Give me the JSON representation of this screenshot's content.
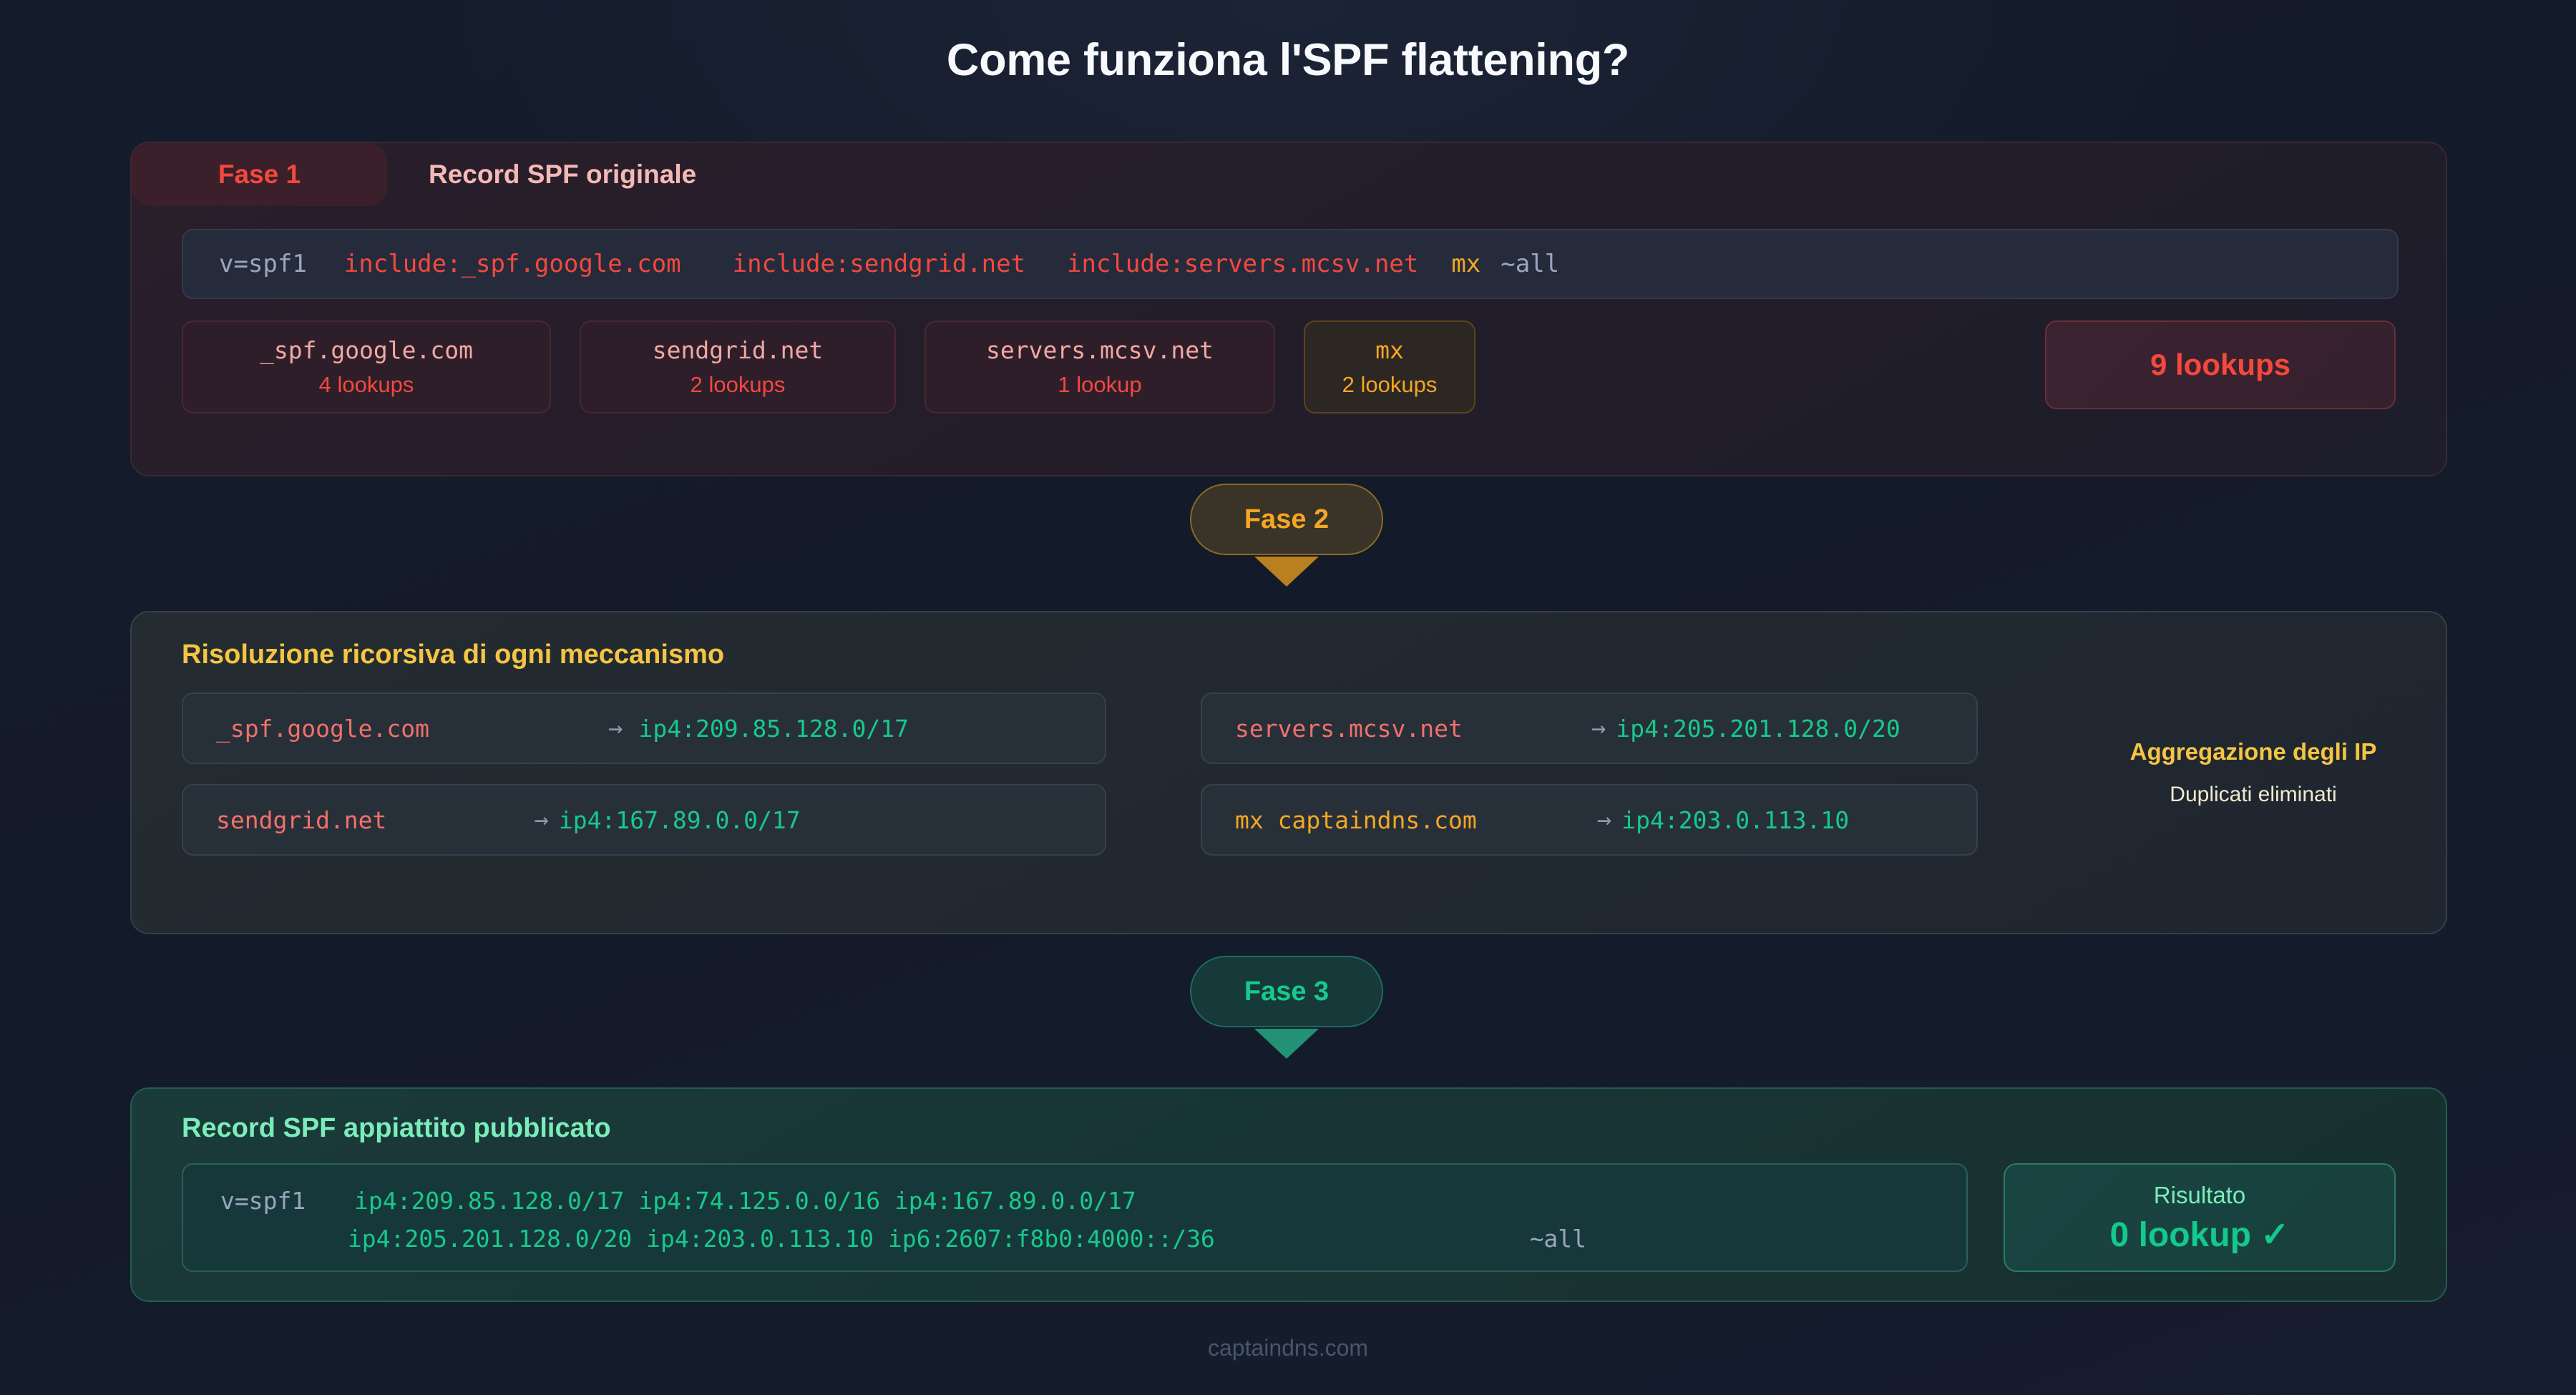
{
  "title": "Come funziona l'SPF flattening?",
  "footer": "captaindns.com",
  "colors": {
    "background": "#151c2c",
    "danger": "#f4483e",
    "danger_soft": "#f2a8a2",
    "amber": "#f5a623",
    "yellow": "#f5c542",
    "green": "#17c98c",
    "green_soft": "#7bedb9",
    "grey_text": "#9aa6bd",
    "footer_text": "#48556b"
  },
  "phase1": {
    "tab_label": "Fase 1",
    "heading": "Record SPF originale",
    "record": {
      "prefix": "v=spf1",
      "mechanisms": [
        "include:_spf.google.com",
        "include:sendgrid.net",
        "include:servers.mcsv.net"
      ],
      "mx": "mx",
      "all": "~all"
    },
    "chips": [
      {
        "name": "_spf.google.com",
        "count": "4 lookups",
        "theme": "red"
      },
      {
        "name": "sendgrid.net",
        "count": "2 lookups",
        "theme": "red"
      },
      {
        "name": "servers.mcsv.net",
        "count": "1 lookup",
        "theme": "red"
      },
      {
        "name": "mx",
        "count": "2 lookups",
        "theme": "amber"
      }
    ],
    "total_badge": "9 lookups"
  },
  "connector1": {
    "label": "Fase 2"
  },
  "phase2": {
    "heading": "Risoluzione ricorsiva di ogni meccanismo",
    "rows_left": [
      {
        "source": "_spf.google.com",
        "arrow": "→",
        "ip": "ip4:209.85.128.0/17"
      },
      {
        "source": "sendgrid.net",
        "arrow": "→",
        "ip": "ip4:167.89.0.0/17"
      }
    ],
    "rows_right": [
      {
        "source": "servers.mcsv.net",
        "arrow": "→",
        "ip": "ip4:205.201.128.0/20"
      },
      {
        "source": "mx captaindns.com",
        "arrow": "→",
        "ip": "ip4:203.0.113.10"
      }
    ],
    "aggregation_title": "Aggregazione degli IP",
    "aggregation_sub": "Duplicati eliminati"
  },
  "connector2": {
    "label": "Fase 3"
  },
  "phase3": {
    "heading": "Record SPF appiattito pubblicato",
    "record": {
      "prefix": "v=spf1",
      "line1": "ip4:209.85.128.0/17 ip4:74.125.0.0/16 ip4:167.89.0.0/17",
      "line2": "ip4:205.201.128.0/20 ip4:203.0.113.10 ip6:2607:f8b0:4000::/36",
      "all": "~all"
    },
    "result_label": "Risultato",
    "result_value": "0 lookup ✓"
  }
}
